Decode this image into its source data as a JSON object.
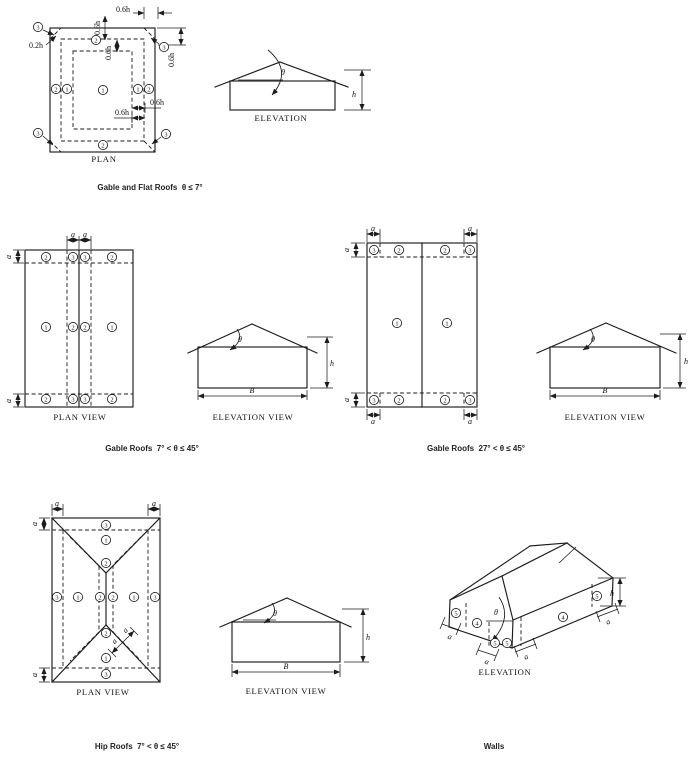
{
  "figure": {
    "sections": {
      "flat": {
        "caption": "Gable and Flat Roofs  θ ≤ 7°",
        "plan_label": "PLAN",
        "elevation_label": "ELEVATION"
      },
      "gable7": {
        "caption": "Gable Roofs  7° < θ ≤ 45°",
        "plan_label": "PLAN VIEW",
        "elevation_label": "ELEVATION VIEW"
      },
      "gable27": {
        "caption": "Gable Roofs  27° < θ ≤ 45°",
        "elevation_label": "ELEVATION VIEW"
      },
      "hip": {
        "caption": "Hip Roofs  7° < θ ≤ 45°",
        "plan_label": "PLAN VIEW",
        "elevation_label": "ELEVATION VIEW"
      },
      "walls": {
        "caption": "Walls",
        "elevation_label": "ELEVATION"
      }
    },
    "dims": {
      "a": "a",
      "h": "h",
      "B": "B",
      "theta": "θ",
      "d06h": "0.6h",
      "d02h": "0.2h"
    },
    "zones": {
      "z1": "1",
      "z2": "2",
      "z3": "3",
      "z4": "4",
      "z5": "5"
    }
  }
}
